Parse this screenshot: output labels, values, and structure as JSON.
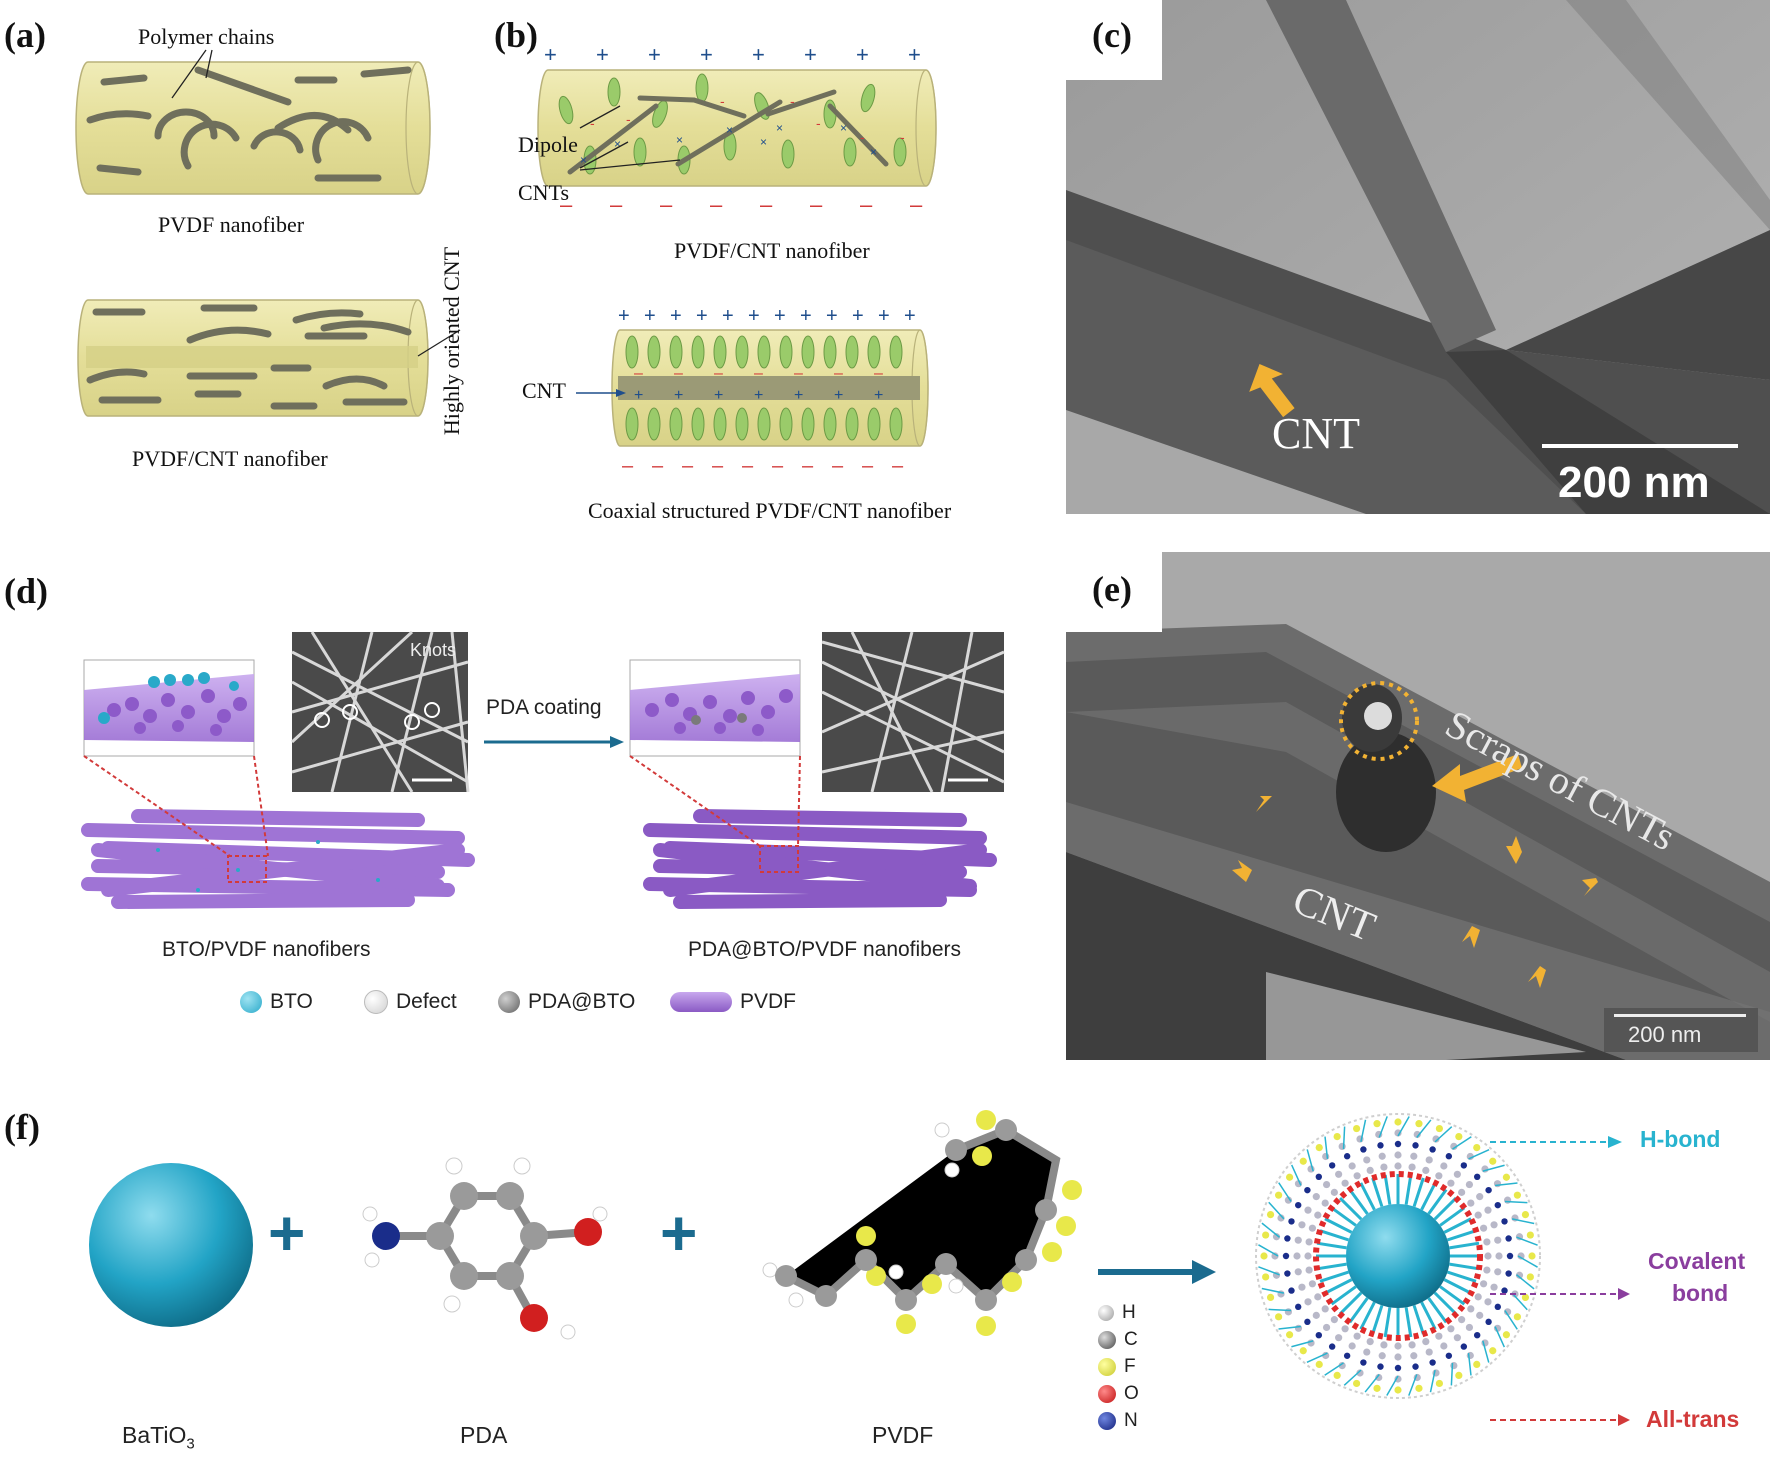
{
  "panels": {
    "a": {
      "label": "(a)",
      "polymer_chains": "Polymer chains",
      "caption_top": "PVDF nanofiber",
      "highly_oriented": "Highly oriented CNT",
      "caption_bottom": "PVDF/CNT nanofiber"
    },
    "b": {
      "label": "(b)",
      "dipole": "Dipole",
      "cnts": "CNTs",
      "caption_top": "PVDF/CNT nanofiber",
      "cnt": "CNT",
      "caption_bottom": "Coaxial structured PVDF/CNT nanofiber"
    },
    "c": {
      "label": "(c)",
      "cnt": "CNT",
      "scale": "200 nm"
    },
    "d": {
      "label": "(d)",
      "knots": "Knots",
      "pda_coating": "PDA coating",
      "caption_left": "BTO/PVDF nanofibers",
      "caption_right": "PDA@BTO/PVDF nanofibers",
      "legend": [
        "BTO",
        "Defect",
        "PDA@BTO",
        "PVDF"
      ]
    },
    "e": {
      "label": "(e)",
      "scraps": "Scraps of CNTs",
      "cnt": "CNT",
      "scale": "200 nm"
    },
    "f": {
      "label": "(f)",
      "batio3_base": "BaTiO",
      "batio3_sub": "3",
      "pda": "PDA",
      "pvdf": "PVDF",
      "plus": "+",
      "atoms": [
        "H",
        "C",
        "F",
        "O",
        "N"
      ],
      "hbond": "H-bond",
      "covalent_1": "Covalent",
      "covalent_2": "bond",
      "alltrans": "All-trans"
    }
  },
  "colors": {
    "fiber_fill": "#ebe6a6",
    "cnt": "#6f6f5c",
    "pvdf": "#9a6dd3",
    "bto": "#29a9c9",
    "plus_blue": "#1f4e8c",
    "minus_red": "#d23a3a",
    "arrow_orange": "#f2b233",
    "hbond_cyan": "#28b3cf",
    "covalent_purple": "#8a3e9e",
    "alltrans_red": "#d23a3a",
    "arrow_teal": "#1b6b8f"
  }
}
